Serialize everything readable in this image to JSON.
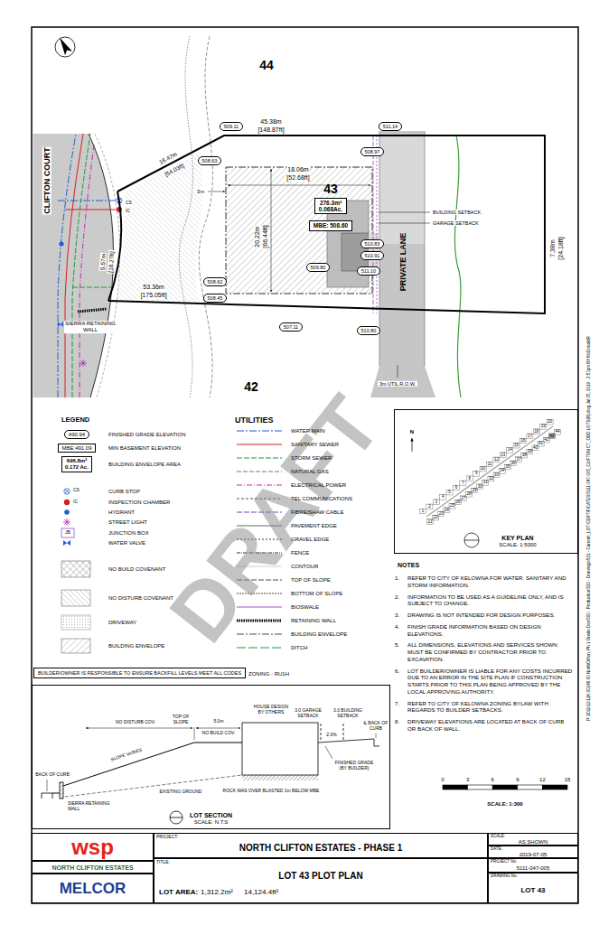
{
  "diagram": {
    "nodes": [
      {
        "text": [
          "KEY PLAN",
          "SCALE: 1:5000"
        ]
      },
      {
        "text": [
          "LOT SECTION",
          "SCALE: N.T.S"
        ]
      },
      {
        "text": [
          "BUILDER/OWNER IS RESPONSIBLE TO ENSURE BACKFILL LEVELS MEET ALL CODES"
        ]
      },
      {
        "text": [
          "276.3m²",
          "0.068Ac."
        ]
      },
      {
        "text": [
          "MBE: 508.60"
        ]
      },
      {
        "text": [
          "509.11"
        ]
      },
      {
        "text": [
          "508.63"
        ]
      },
      {
        "text": [
          "508.97"
        ]
      },
      {
        "text": [
          "511.14"
        ]
      },
      {
        "text": [
          "510.83"
        ]
      },
      {
        "text": [
          "510.91"
        ]
      },
      {
        "text": [
          "509.80"
        ]
      },
      {
        "text": [
          "511.10"
        ]
      },
      {
        "text": [
          "508.62"
        ]
      },
      {
        "text": [
          "508.45"
        ]
      },
      {
        "text": [
          "507.11"
        ]
      },
      {
        "text": [
          "510.80"
        ]
      },
      {
        "text": [
          "490.94"
        ]
      },
      {
        "text": [
          "MBE:491.09"
        ]
      },
      {
        "text": [
          "696.8m²",
          "0.172 Ac."
        ]
      },
      {
        "text": [
          "wsp"
        ]
      },
      {
        "text": [
          "NORTH CLIFTON ESTATES"
        ]
      },
      {
        "text": [
          "MELCOR"
        ]
      },
      {
        "text": [
          "PROJECT:",
          "NORTH CLIFTON ESTATES - PHASE 1"
        ]
      },
      {
        "text": [
          "TITLE:",
          "LOT 43 PLOT PLAN"
        ]
      },
      {
        "text": [
          "SCALE:",
          "AS SHOWN"
        ]
      },
      {
        "text": [
          "DATE:",
          "2019-07-05"
        ]
      },
      {
        "text": [
          "PROJECT No:",
          "5111-047-005"
        ]
      },
      {
        "text": [
          "DRAWING No:",
          "LOT 43"
        ]
      }
    ],
    "labels": [
      "44",
      "43",
      "42",
      "CLIFTON COURT",
      "PRIVATE LANE",
      "45.38m",
      "[148.87ft]",
      "18.06m",
      "[52.68ft]",
      "20.22m",
      "[66.44ft]",
      "53.36m",
      "[175.05ft]",
      "7.38m",
      "[24.18ft]",
      "16.47m",
      "[54.03ft]",
      "5.57m",
      "[18.27ft]",
      "3m",
      "BUILDING SETBACK",
      "GARAGE SETBACK",
      "SIERRA RETAINING WALL",
      "3m UTIL R.O.W.",
      "CS",
      "IC",
      "LEGEND",
      "UTILITIES",
      "CS",
      "IC",
      "JB",
      "ZONING - RU1H",
      "N",
      "1",
      "2",
      "3",
      "4",
      "5",
      "6",
      "7",
      "8",
      "9",
      "10",
      "11",
      "12",
      "13",
      "14",
      "15",
      "16",
      "17",
      "18",
      "19",
      "20",
      "21",
      "22",
      "23",
      "24",
      "25",
      "26",
      "27",
      "28",
      "29",
      "30",
      "31",
      "32",
      "33",
      "34",
      "35",
      "36",
      "37",
      "38",
      "39",
      "40",
      "41",
      "42",
      "43",
      "44",
      "NOTES",
      "1.",
      "REFER TO CITY OF KELOWNA FOR WATER, SANITARY AND STORM INFORMATION.",
      "2.",
      "INFORMATION TO BE USED AS A GUIDELINE ONLY, AND IS SUBJECT TO CHANGE.",
      "3.",
      "DRAWING IS NOT INTENDED FOR DESIGN PURPOSES.",
      "4.",
      "FINISH GRADE INFORMATION BASED ON DESIGN ELEVATIONS.",
      "5.",
      "ALL DIMENSIONS, ELEVATIONS AND SERVICES SHOWN MUST BE CONFIRMED BY CONTRACTOR PRIOR TO EXCAVATION.",
      "6.",
      "LOT BUILDER/OWNER IS LIABLE FOR ANY COSTS INCURRED DUE TO AN ERROR IN THE SITE PLAN IF CONSTRUCTION STARTS PRIOR TO THIS PLAN BEING APPROVED BY THE LOCAL APPROVING AUTHORITY.",
      "7.",
      "REFER TO CITY OF KELOWNA ZONING BYLAW WITH REGARDS TO BUILDER SETBACKS.",
      "8.",
      "DRIVEWAY ELEVATIONS ARE LOCATED AT BACK OF CURB OR BACK OF WALL.",
      "0",
      "3",
      "6",
      "9",
      "12",
      "15",
      "SCALE: 1:300",
      "HOUSE DESIGN BY OTHERS",
      "3.0 GARAGE SETBACK",
      "3.0 BUILDING SETBACK",
      "℄ BACK OF CURB",
      "TOP OF SLOPE",
      "5.0m",
      "NO DISTURB COV.",
      "NO BUILD COV.",
      "2.0%",
      "SLOPE VARIES",
      "EXISTING GROUND",
      "FINISHED GRADE (BY BUILDER)",
      "ROCK WAS OVER BLASTED 1m BELOW MBE",
      "BACK OF CURB",
      "SIERRA RETAINING WALL",
      "LOT AREA:",
      "1,312.2m²",
      "14,124.4ft²",
      "P:\\2011\\11\\11K-00146-00 NorthClifton, Ph 1 Onsite Dev\\500 - Production\\520 - Drawings\\521 - Current\\_LOT-CERTIFICATES\\5111-047-005_CLIFTON CT_ODD LOTS(R).dwg Jul 05, 2019 - 2:57pm BY McDonaldR",
      "DRAFT"
    ],
    "legend": [
      {
        "text": "FINISHED GRADE ELEVATION"
      },
      {
        "text": "MIN BASEMENT ELEVATION"
      },
      {
        "text": "BUILDING ENVELOPE AREA"
      },
      {
        "text": "CURB STOP"
      },
      {
        "text": "INSPECTION CHAMBER"
      },
      {
        "text": "HYDRANT"
      },
      {
        "text": "STREET LIGHT"
      },
      {
        "text": "JUNCTION BOX"
      },
      {
        "text": "WATER VALVE"
      },
      {
        "text": "NO BUILD COVENANT"
      },
      {
        "text": "NO DISTURB COVENANT"
      },
      {
        "text": "DRIVEWAY"
      },
      {
        "text": "BUILDING ENVELOPE"
      },
      {
        "text": "WATER MAIN"
      },
      {
        "text": "SANITARY SEWER"
      },
      {
        "text": "STORM SEWER"
      },
      {
        "text": "NATURAL GAS"
      },
      {
        "text": "ELECTRICAL POWER"
      },
      {
        "text": "TEL COMMUNICATIONS"
      },
      {
        "text": "FIBRE/SHAW CABLE"
      },
      {
        "text": "PAVEMENT EDGE"
      },
      {
        "text": "GRAVEL EDGE"
      },
      {
        "text": "FENCE"
      },
      {
        "text": "CONTOUR"
      },
      {
        "text": "TOP OF SLOPE"
      },
      {
        "text": "BOTTOM OF SLOPE"
      },
      {
        "text": "BIOSWALE"
      },
      {
        "text": "RETAINING WALL"
      },
      {
        "text": "BUILDING ENVELOPE"
      },
      {
        "text": "DITCH"
      }
    ]
  }
}
